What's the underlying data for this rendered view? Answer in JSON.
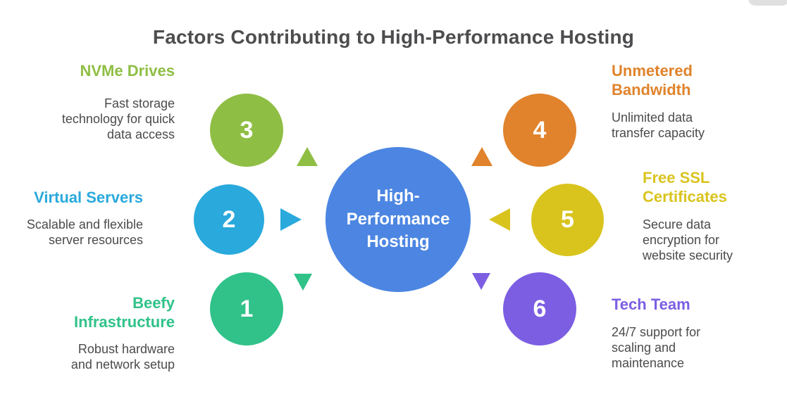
{
  "title": "Factors Contributing to High-Performance Hosting",
  "center": {
    "label": "High-Performance Hosting",
    "lines": [
      "High-",
      "Performance",
      "Hosting"
    ],
    "color": "#4c86e2"
  },
  "decor": {
    "corner_pill_color": "#e0e0e0"
  },
  "text_colors": {
    "title": "#4d4d4f",
    "description": "#4b4b4d"
  },
  "factors": [
    {
      "number": "1",
      "heading": "Beefy Infrastructure",
      "description": "Robust hardware and network setup",
      "color": "#30c289",
      "side": "left",
      "arrow_direction": "down"
    },
    {
      "number": "2",
      "heading": "Virtual Servers",
      "description": "Scalable and flexible server resources",
      "color": "#29a9dc",
      "side": "left",
      "arrow_direction": "right"
    },
    {
      "number": "3",
      "heading": "NVMe Drives",
      "description": "Fast storage technology for quick data access",
      "color": "#8fbe44",
      "side": "left",
      "arrow_direction": "up"
    },
    {
      "number": "4",
      "heading": "Unmetered Bandwidth",
      "description": "Unlimited data transfer capacity",
      "color": "#e0832c",
      "side": "right",
      "arrow_direction": "up"
    },
    {
      "number": "5",
      "heading": "Free SSL Certificates",
      "description": "Secure data encryption for website security",
      "color": "#d9c41e",
      "side": "right",
      "arrow_direction": "left"
    },
    {
      "number": "6",
      "heading": "Tech Team",
      "description": "24/7 support for scaling and maintenance",
      "color": "#7c5ee3",
      "side": "right",
      "arrow_direction": "down"
    }
  ]
}
